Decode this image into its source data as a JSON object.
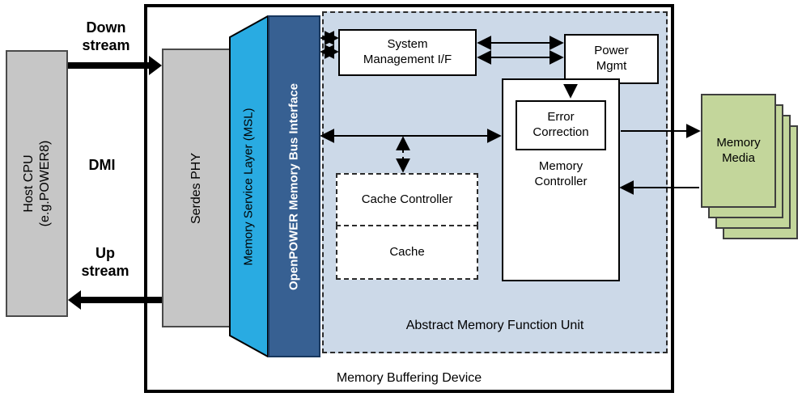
{
  "diagram": {
    "host_cpu": "Host CPU\n(e.g.POWER8)",
    "downstream": "Down\nstream",
    "dmi": "DMI",
    "upstream": "Up\nstream",
    "serdes_phy": "Serdes PHY",
    "msl": "Memory Service Layer (MSL)",
    "bus": "OpenPOWER Memory Bus Interface",
    "sys_mgmt": "System\nManagement I/F",
    "power_mgmt": "Power\nMgmt",
    "error_correction": "Error\nCorrection",
    "memory_controller": "Memory\nController",
    "cache_controller": "Cache Controller",
    "cache": "Cache",
    "amf_label": "Abstract Memory Function Unit",
    "mbd_label": "Memory Buffering Device",
    "memory_media": "Memory\nMedia"
  },
  "colors": {
    "gray_fill": "#c6c6c6",
    "gray_border": "#4a4a4a",
    "cyan_fill": "#29abe2",
    "blue_fill": "#376092",
    "blue_border": "#17375e",
    "amf_bg": "#ccd9e8",
    "green_fill": "#c3d69b",
    "green_border": "#3f3f3f"
  }
}
